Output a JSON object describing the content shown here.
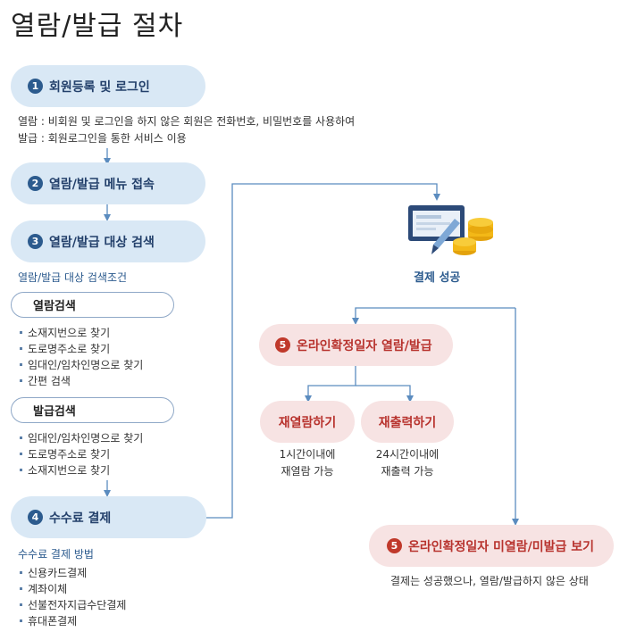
{
  "page_title": "열람/발급 절차",
  "steps": {
    "s1": {
      "num": "1",
      "label": "회원등록 및 로그인"
    },
    "s2": {
      "num": "2",
      "label": "열람/발급 메뉴 접속"
    },
    "s3": {
      "num": "3",
      "label": "열람/발급 대상 검색"
    },
    "s4": {
      "num": "4",
      "label": "수수료 결제"
    },
    "s5a": {
      "num": "5",
      "label": "온라인확정일자 열람/발급"
    },
    "s5b": {
      "num": "5",
      "label": "온라인확정일자 미열람/미발급 보기"
    }
  },
  "login_note": [
    "열람 : 비회원 및 로그인을 하지 않은 회원은 전화번호, 비밀번호를 사용하여",
    "발급 : 회원로그인을 통한 서비스 이용"
  ],
  "search": {
    "condition_title": "열람/발급 대상 검색조건",
    "view_label": "열람검색",
    "view_items": [
      "소재지번으로 찾기",
      "도로명주소로 찾기",
      "임대인/임차인명으로 찾기",
      "간편 검색"
    ],
    "issue_label": "발급검색",
    "issue_items": [
      "임대인/임차인명으로 찾기",
      "도로명주소로 찾기",
      "소재지번으로 찾기"
    ]
  },
  "payment": {
    "methods_title": "수수료 결제 방법",
    "methods": [
      "신용카드결제",
      "계좌이체",
      "선불전자지급수단결제",
      "휴대폰결제"
    ],
    "success_label": "결제 성공"
  },
  "reprint": {
    "review_label": "재열람하기",
    "review_note": [
      "1시간이내에",
      "재열람 가능"
    ],
    "reprint_label": "재출력하기",
    "reprint_note": [
      "24시간이내에",
      "재출력 가능"
    ]
  },
  "failure_note": "결제는 성공했으나, 열람/발급하지 않은 상태",
  "colors": {
    "blue_pill": "#d9e8f5",
    "pink_pill": "#f7e3e3",
    "navy": "#2c5b8e",
    "red": "#c0392b",
    "connector": "#5b8cbf"
  },
  "icons": [
    "payment-card-icon",
    "pen-icon",
    "coin-stack-icon"
  ]
}
